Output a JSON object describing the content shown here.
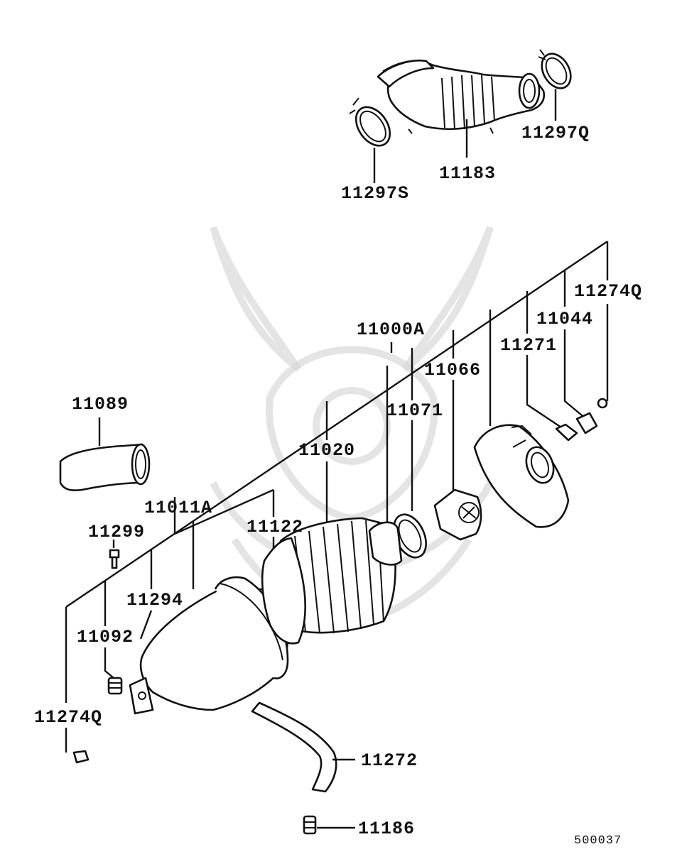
{
  "labels": {
    "p11297S": "11297S",
    "p11183": "11183",
    "p11297Q": "11297Q",
    "p11274Q_top": "11274Q",
    "p11044": "11044",
    "p11271": "11271",
    "p11000A": "11000A",
    "p11066": "11066",
    "p11071": "11071",
    "p11020": "11020",
    "p11089": "11089",
    "p11011A": "11011A",
    "p11122": "11122",
    "p11299": "11299",
    "p11294": "11294",
    "p11092": "11092",
    "p11274Q_bottom": "11274Q",
    "p11272": "11272",
    "p11186": "11186"
  },
  "diagram_code": "500037",
  "colors": {
    "ink": "#111111",
    "watermark": "#d8d8d8",
    "background": "#ffffff"
  }
}
